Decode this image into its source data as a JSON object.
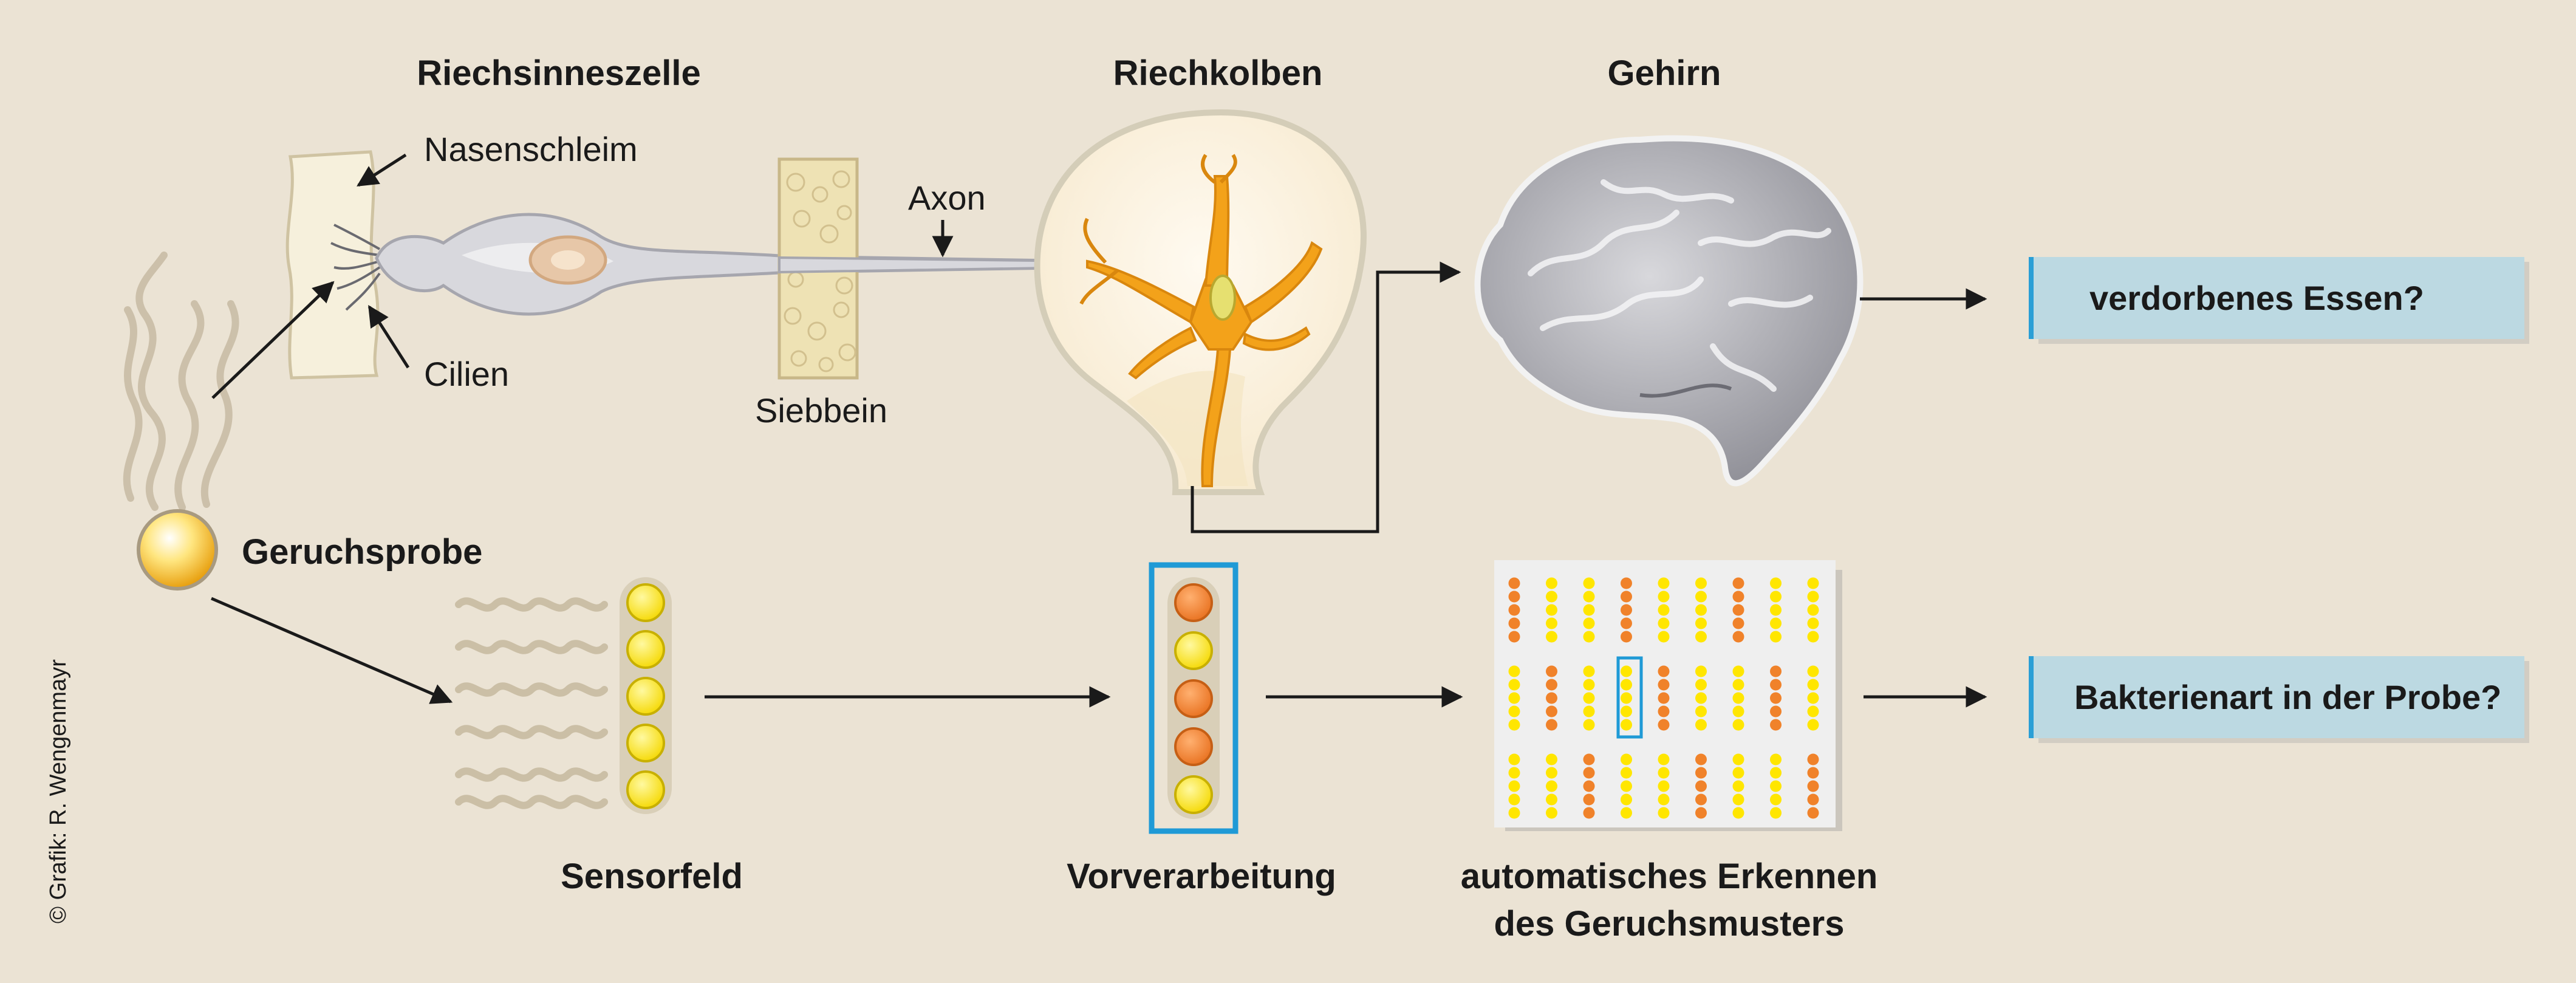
{
  "titles": {
    "receptor_cell": "Riechsinneszelle",
    "olfactory_bulb": "Riechkolben",
    "brain": "Gehirn"
  },
  "labels": {
    "mucus": "Nasenschleim",
    "cilia": "Cilien",
    "axon": "Axon",
    "ethmoid": "Siebbein",
    "sample": "Geruchsprobe"
  },
  "bottom_labels": {
    "sensor_field": "Sensorfeld",
    "preprocessing": "Vorverarbeitung",
    "recognition_line1": "automatisches Erkennen",
    "recognition_line2": "des Geruchsmusters"
  },
  "results": {
    "top": "verdorbenes Essen?",
    "bottom": "Bakterienart in der Probe?"
  },
  "credit": "© Grafik: R. Wengenmayr",
  "icons": [
    "receptor-cell-icon",
    "olfactory-bulb-icon",
    "brain-icon",
    "odor-sample-icon",
    "sensor-array-icon"
  ],
  "colors": {
    "background": "#ebe3d4",
    "result_box": "#bcd9e2",
    "result_bar": "#2a9fd6",
    "sensor_yellow": "#ffe600",
    "sensor_orange": "#f0822a",
    "highlight_blue": "#1f9ad6"
  }
}
